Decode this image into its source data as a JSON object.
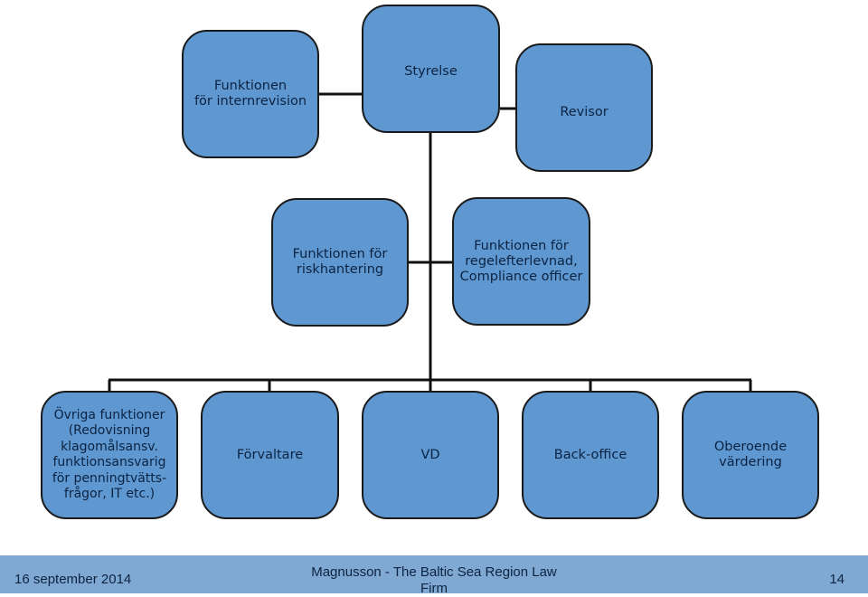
{
  "boxes": {
    "internrevision": "Funktionen\nför internrevision",
    "styrelse": "Styrelse",
    "revisor": "Revisor",
    "riskhantering": "Funktionen för\nriskhantering",
    "compliance": "Funktionen för\nregelefterlevnad,\nCompliance officer",
    "ovriga": "Övriga funktioner\n(Redovisning\nklagomålsansv.\nfunktionsansvarig\nför penningtvätts-\nfrågor, IT etc.)",
    "forvaltare": "Förvaltare",
    "vd": "VD",
    "backoffice": "Back-office",
    "oberoende": "Oberoende\nvärdering"
  },
  "footer": {
    "date": "16 september 2014",
    "firm": "Magnusson - The Baltic Sea Region Law Firm",
    "page": "14"
  },
  "colors": {
    "box_fill": "#5f97d0",
    "box_border": "#1a1a1a",
    "footer_bg": "#7fa9d3"
  }
}
